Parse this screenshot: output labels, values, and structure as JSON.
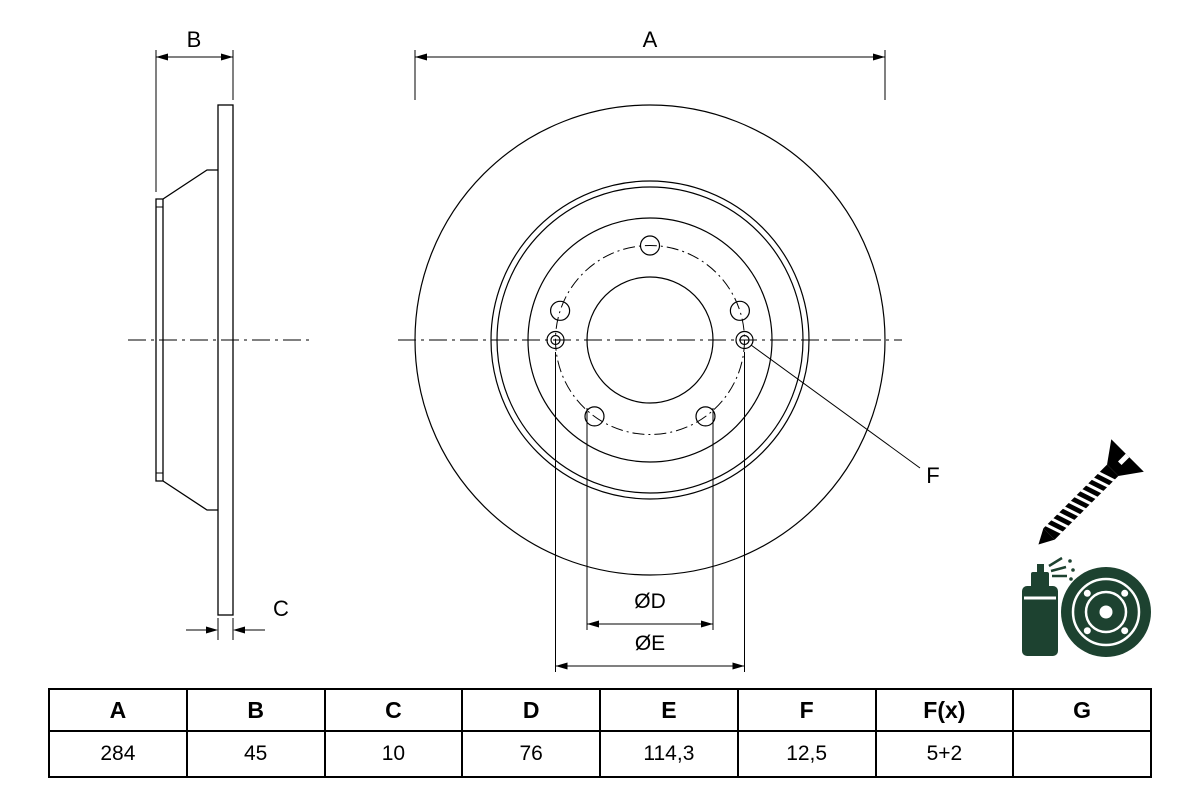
{
  "drawing": {
    "labels": {
      "a": "A",
      "b": "B",
      "c": "C",
      "d": "ØD",
      "e": "ØE",
      "f": "F"
    },
    "line_color": "#000000",
    "icon_colors": {
      "screw": "#000000",
      "aerosol_and_disc": "#1d4230"
    },
    "icons": [
      "screw-icon",
      "spray-can-icon",
      "brake-disc-icon"
    ]
  },
  "table": {
    "headers": [
      "A",
      "B",
      "C",
      "D",
      "E",
      "F",
      "F(x)",
      "G"
    ],
    "values": [
      "284",
      "45",
      "10",
      "76",
      "114,3",
      "12,5",
      "5+2",
      ""
    ]
  }
}
